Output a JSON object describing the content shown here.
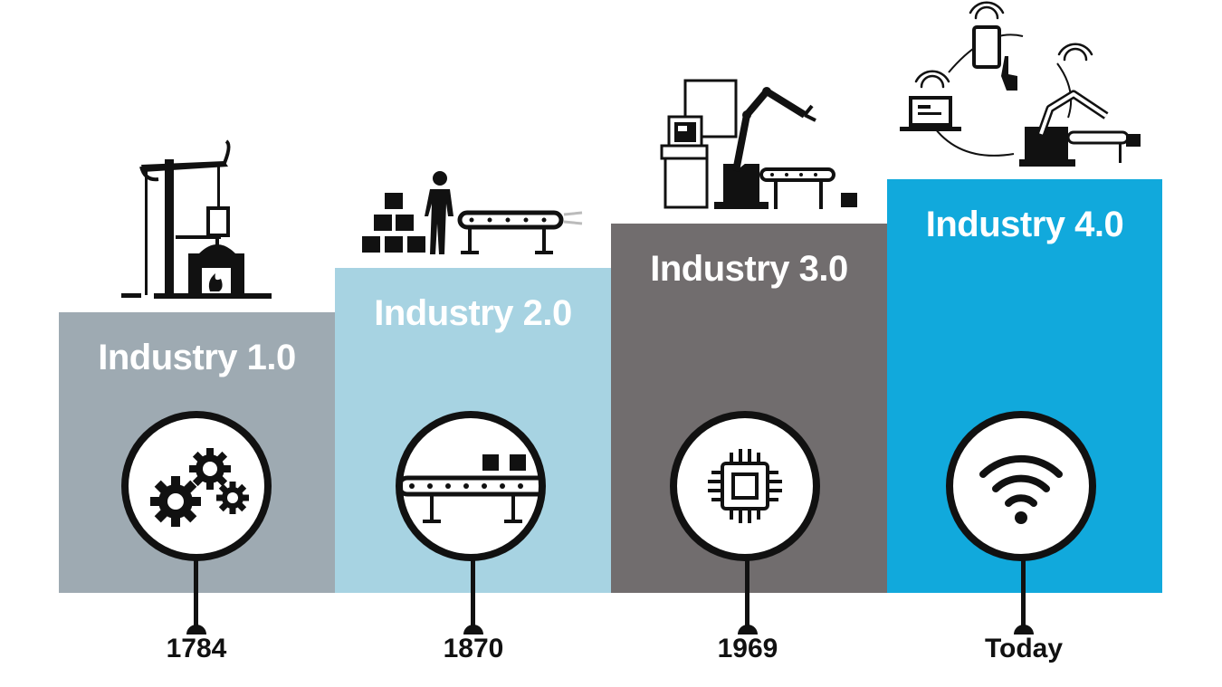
{
  "stages": [
    {
      "title": "Industry 1.0",
      "year": "1784",
      "color": "#9eaab2",
      "icon": "gears-icon",
      "illustration": "steam-engine-illustration"
    },
    {
      "title": "Industry 2.0",
      "year": "1870",
      "color": "#a7d3e2",
      "icon": "conveyor-belt-icon",
      "illustration": "assembly-line-illustration"
    },
    {
      "title": "Industry 3.0",
      "year": "1969",
      "color": "#716d6e",
      "icon": "microchip-icon",
      "illustration": "robot-arm-illustration"
    },
    {
      "title": "Industry 4.0",
      "year": "Today",
      "color": "#11a9dc",
      "icon": "wifi-icon",
      "illustration": "connected-devices-illustration"
    }
  ]
}
